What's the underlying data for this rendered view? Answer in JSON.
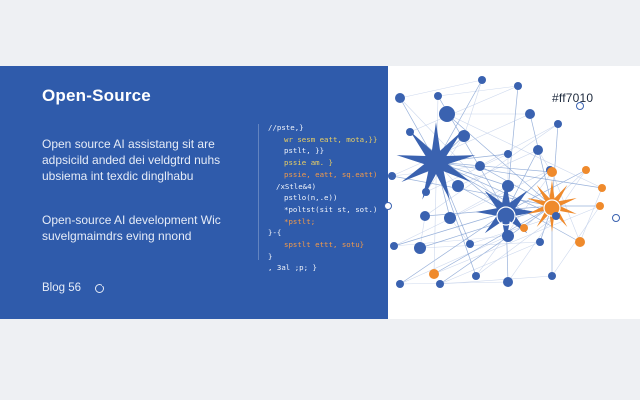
{
  "title": "Open-Source",
  "paragraph1": [
    "Open source AI assistang sit are",
    "adpsicild anded dei veldgtrd nuhs",
    "ubsiema int texdic dinglhabu"
  ],
  "paragraph2": [
    "Open-source AI development Wic",
    "suvelgmaimdrs eving nnond"
  ],
  "footer": {
    "label": "Blog 56"
  },
  "hex_label": "#ff7010",
  "code_lines": [
    {
      "text": "//pste,}",
      "indent": 0,
      "color": "white"
    },
    {
      "text": "wr sesm eatt, mota,}}",
      "indent": 2,
      "color": "yellow"
    },
    {
      "text": "pstlt, }}",
      "indent": 2,
      "color": "white"
    },
    {
      "text": "pssie am. }",
      "indent": 2,
      "color": "yellow"
    },
    {
      "text": "pssie, eatt, sq.eatt)",
      "indent": 2,
      "color": "orange"
    },
    {
      "text": "/xStle&4)",
      "indent": 1,
      "color": "white"
    },
    {
      "text": "pstlo(n,.e))",
      "indent": 2,
      "color": "white"
    },
    {
      "text": "*poltst(sit st, sot.)",
      "indent": 2,
      "color": "white"
    },
    {
      "text": "*pstlt;",
      "indent": 2,
      "color": "orange"
    },
    {
      "text": "}-{",
      "indent": 0,
      "color": "white"
    },
    {
      "text": "spstlt ettt, sotu}",
      "indent": 2,
      "color": "orange"
    },
    {
      "text": "}",
      "indent": 0,
      "color": "white"
    },
    {
      "text": ", 3al ;p; }",
      "indent": 0,
      "color": "white"
    }
  ],
  "colors": {
    "panel_blue": "#2f5bab",
    "node_blue": "#3a62b0",
    "node_orange": "#ef8a2c",
    "background": "#eef0f3"
  }
}
